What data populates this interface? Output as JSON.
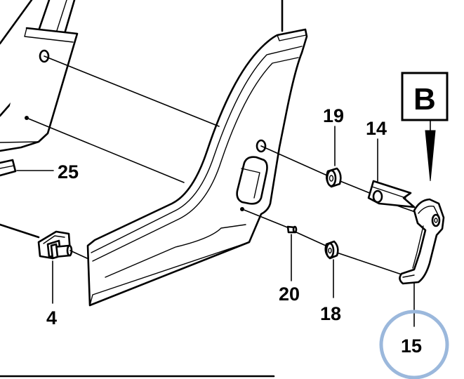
{
  "colors": {
    "line": "#000000",
    "highlight": "#9bb8dc",
    "background": "#ffffff"
  },
  "callouts": {
    "c4": "4",
    "c14": "14",
    "c15": "15",
    "c18": "18",
    "c19": "19",
    "c20": "20",
    "c25": "25",
    "view_b": "B"
  }
}
